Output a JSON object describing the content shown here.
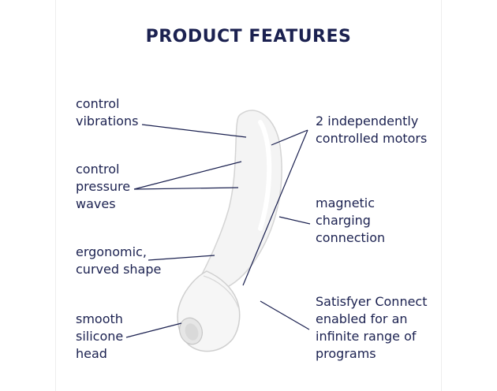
{
  "title": "PRODUCT FEATURES",
  "features": {
    "control_vibrations": "control\nvibrations",
    "control_pressure_waves": "control\npressure\nwaves",
    "ergonomic_shape": "ergonomic,\ncurved shape",
    "silicone_head": "smooth\nsilicone\nhead",
    "motors": "2 independently\ncontrolled motors",
    "charging": "magnetic\ncharging\nconnection",
    "app_connect": "Satisfyer Connect\nenabled for an\ninfinite range of\nprograms"
  },
  "colors": {
    "text": "#1b2150",
    "line": "#1b2150",
    "product_body": "#f3f3f3",
    "product_outline": "#d6d6d6"
  },
  "icons": {
    "product": "curved-device-illustration"
  }
}
